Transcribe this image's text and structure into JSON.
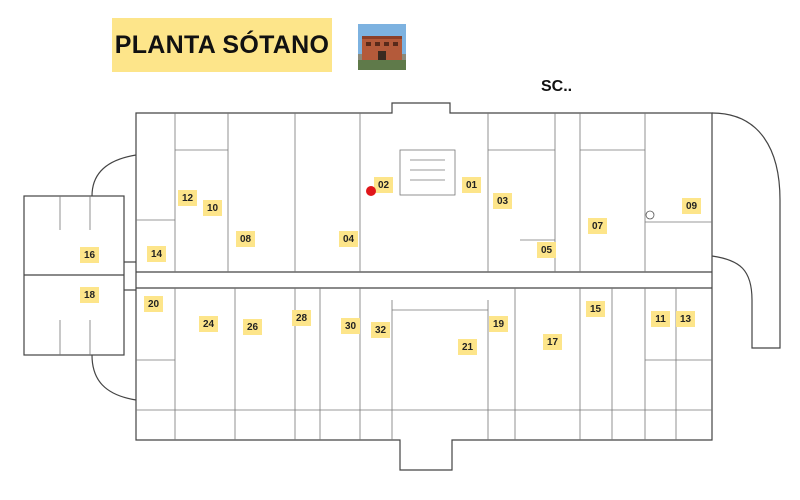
{
  "title": "PLANTA SÓTANO",
  "legend": "SC..",
  "colors": {
    "label_bg": "#fde58a",
    "walls": "#444444",
    "marker": "#e0161a"
  },
  "rooms": [
    {
      "id": "01",
      "label": "01"
    },
    {
      "id": "02",
      "label": "02"
    },
    {
      "id": "03",
      "label": "03"
    },
    {
      "id": "04",
      "label": "04"
    },
    {
      "id": "05",
      "label": "05"
    },
    {
      "id": "07",
      "label": "07"
    },
    {
      "id": "08",
      "label": "08"
    },
    {
      "id": "09",
      "label": "09"
    },
    {
      "id": "10",
      "label": "10"
    },
    {
      "id": "11",
      "label": "11"
    },
    {
      "id": "12",
      "label": "12"
    },
    {
      "id": "13",
      "label": "13"
    },
    {
      "id": "14",
      "label": "14"
    },
    {
      "id": "15",
      "label": "15"
    },
    {
      "id": "16",
      "label": "16"
    },
    {
      "id": "17",
      "label": "17"
    },
    {
      "id": "18",
      "label": "18"
    },
    {
      "id": "19",
      "label": "19"
    },
    {
      "id": "20",
      "label": "20"
    },
    {
      "id": "21",
      "label": "21"
    },
    {
      "id": "24",
      "label": "24"
    },
    {
      "id": "26",
      "label": "26"
    },
    {
      "id": "28",
      "label": "28"
    },
    {
      "id": "30",
      "label": "30"
    },
    {
      "id": "32",
      "label": "32"
    }
  ]
}
